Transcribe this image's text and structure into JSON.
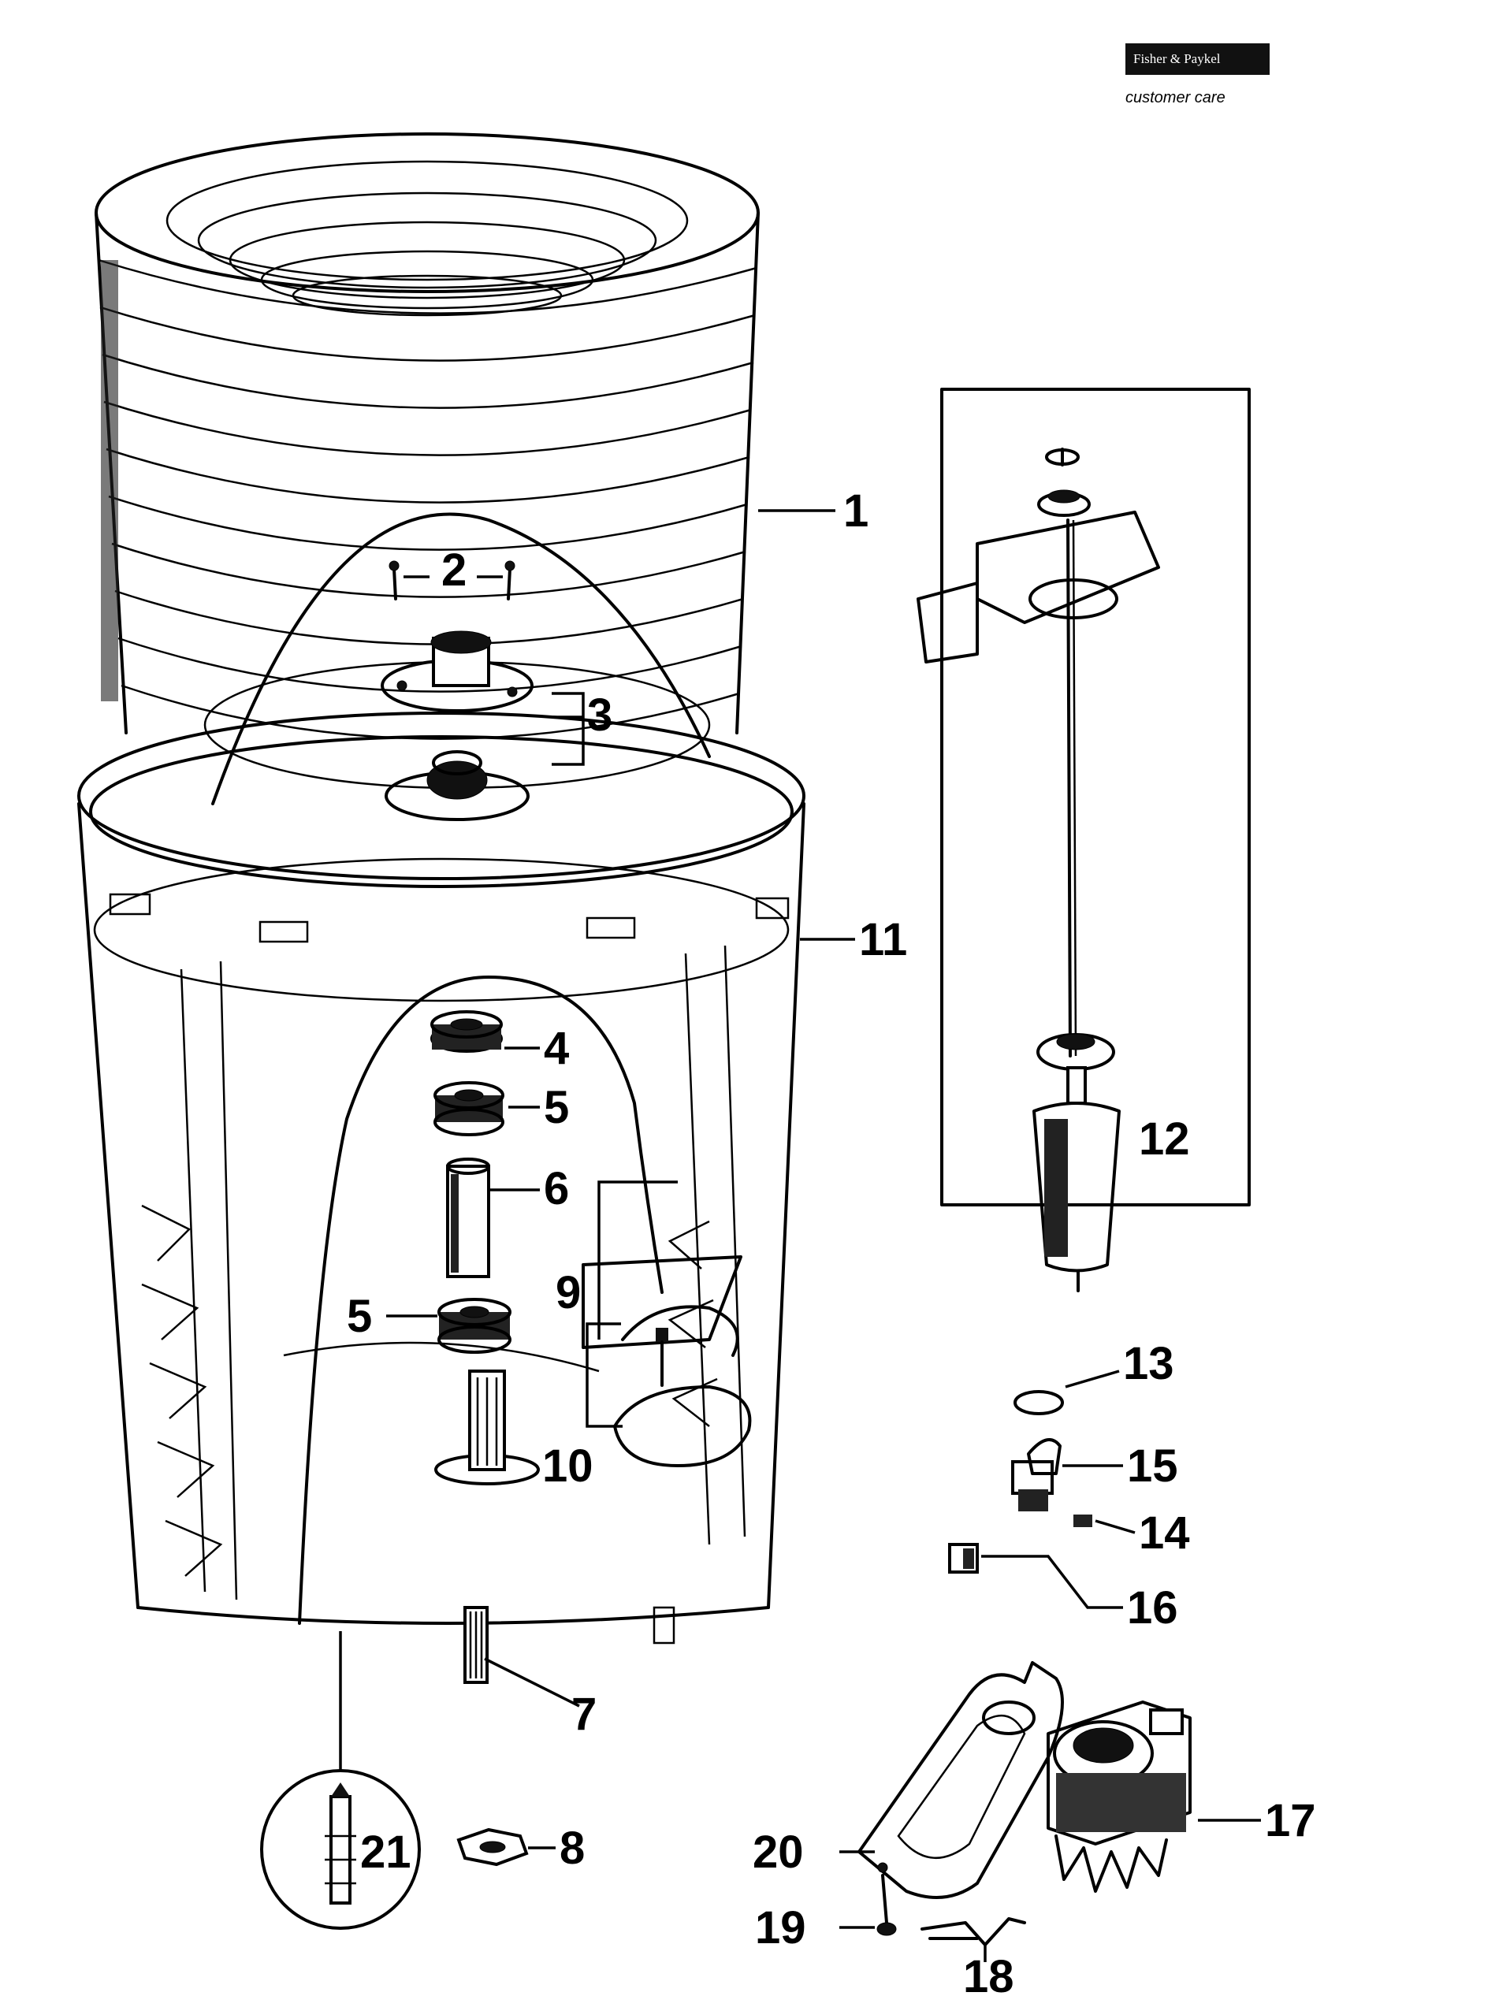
{
  "brand": {
    "badge_text": "Fisher & Paykel",
    "sub_text": "customer care"
  },
  "callouts": {
    "c1": "1",
    "c2": "2",
    "c3": "3",
    "c4": "4",
    "c5a": "5",
    "c5b": "5",
    "c6": "6",
    "c7": "7",
    "c8": "8",
    "c9": "9",
    "c10": "10",
    "c11": "11",
    "c12": "12",
    "c13": "13",
    "c14": "14",
    "c15": "15",
    "c16": "16",
    "c17": "17",
    "c18": "18",
    "c19": "19",
    "c20": "20",
    "c21": "21"
  }
}
